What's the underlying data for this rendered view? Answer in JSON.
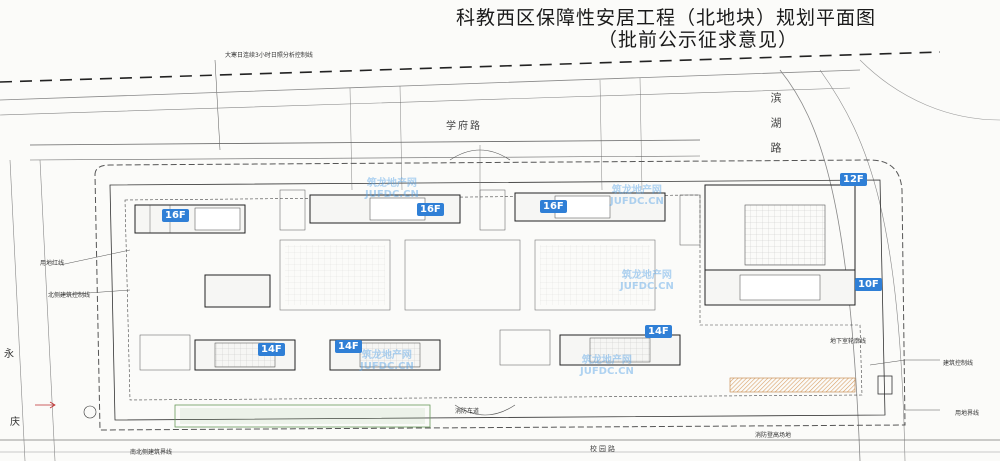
{
  "title": {
    "main": "科教西区保障性安居工程（北地块）规划平面图",
    "sub": "（批前公示征求意见）"
  },
  "annotations": {
    "sunlight_line": "大寒日连续3小时日照分析控制线",
    "road_north": "学府路",
    "road_east": "滨湖路",
    "road_south": "校园路",
    "red_line": "用地红线",
    "north_building_line": "北侧建筑控制线",
    "boundary": "用地界线",
    "building_control_line": "建筑控制线",
    "underground_line": "地下室轮廓线",
    "fire_road": "消防车道",
    "fire_site": "消防登高场地",
    "south_building_line": "南北侧建筑界线",
    "edge_char_1": "永",
    "edge_char_2": "庆"
  },
  "floors": [
    "16F",
    "16F",
    "16F",
    "12F",
    "10F",
    "14F",
    "14F",
    "14F"
  ],
  "watermark": {
    "line1": "筑龙地产网",
    "line2": "JUFDC.CN"
  },
  "colors": {
    "floor_tag": "#2f7fd6",
    "watermark": "#50a0e6",
    "hatch": "#d9a066",
    "green": "#9bc48a"
  }
}
